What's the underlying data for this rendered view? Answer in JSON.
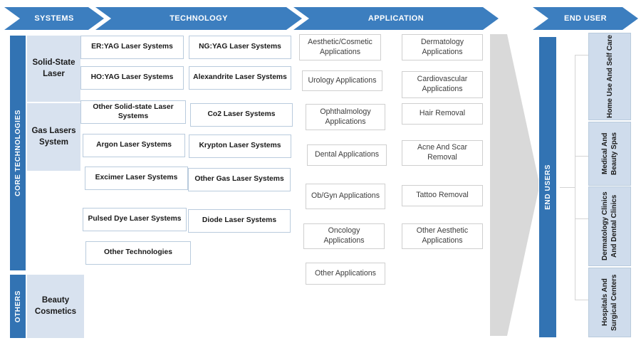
{
  "headers": [
    {
      "label": "SYSTEMS",
      "name": "header-systems"
    },
    {
      "label": "TECHNOLOGY",
      "name": "header-technology"
    },
    {
      "label": "APPLICATION",
      "name": "header-application"
    },
    {
      "label": "END USER",
      "name": "header-end-user"
    }
  ],
  "category_bars": [
    {
      "label": "CORE TECHNOLOGIES"
    },
    {
      "label": "OTHERS"
    },
    {
      "label": "END USERS"
    }
  ],
  "systems": [
    {
      "label": "Solid-State Laser"
    },
    {
      "label": "Gas Lasers System"
    },
    {
      "label": "Beauty Cosmetics"
    }
  ],
  "technology": {
    "column_left": [
      {
        "label": "ER:YAG Laser Systems"
      },
      {
        "label": "HO:YAG Laser Systems"
      },
      {
        "label": "Other Solid-state Laser Systems"
      },
      {
        "label": "Argon Laser Systems"
      },
      {
        "label": "Excimer Laser Systems"
      },
      {
        "label": "Pulsed Dye Laser Systems"
      },
      {
        "label": "Other Technologies"
      }
    ],
    "column_right": [
      {
        "label": "NG:YAG Laser Systems"
      },
      {
        "label": "Alexandrite Laser Systems"
      },
      {
        "label": "Co2 Laser Systems"
      },
      {
        "label": "Krypton Laser Systems"
      },
      {
        "label": "Other Gas Laser Systems"
      },
      {
        "label": "Diode Laser Systems"
      }
    ]
  },
  "application": {
    "column_left": [
      {
        "label": "Aesthetic/Cosmetic Applications"
      },
      {
        "label": "Urology Applications"
      },
      {
        "label": "Ophthalmology Applications"
      },
      {
        "label": "Dental Applications"
      },
      {
        "label": "Ob/Gyn Applications"
      },
      {
        "label": "Oncology Applications"
      },
      {
        "label": "Other Applications"
      }
    ],
    "column_right": [
      {
        "label": "Dermatology Applications"
      },
      {
        "label": "Cardiovascular Applications"
      },
      {
        "label": "Hair Removal"
      },
      {
        "label": "Acne And Scar Removal"
      },
      {
        "label": "Tattoo Removal"
      },
      {
        "label": "Other Aesthetic Applications"
      }
    ]
  },
  "end_users": [
    {
      "label": "Home Use And Self Care"
    },
    {
      "label": "Medical And Beauty Spas"
    },
    {
      "label": "Dermatology Clinics And Dental Clinics"
    },
    {
      "label": "Hospitals And Surgical Centers"
    }
  ],
  "colors": {
    "header_blue": "#3c7ebf",
    "bar_blue": "#3273b3",
    "light_blue": "#d8e2ef",
    "end_box_blue": "#cfdcec",
    "grey_arrow": "#d9d9d9",
    "tech_border": "#b9cbdd",
    "app_border": "#cfcfcf"
  }
}
